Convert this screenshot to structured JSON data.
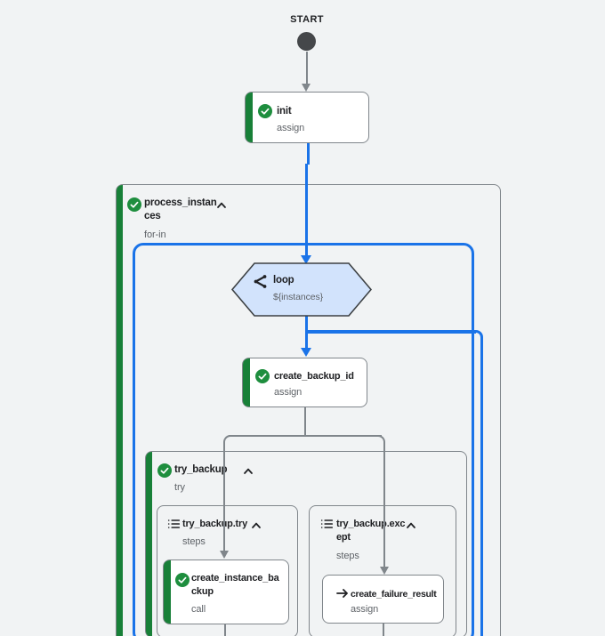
{
  "start": {
    "label": "START"
  },
  "nodes": {
    "init": {
      "title": "init",
      "subtitle": "assign"
    },
    "loop": {
      "title": "loop",
      "subtitle": "${instances}"
    },
    "create_backup_id": {
      "title": "create_backup_id",
      "subtitle": "assign"
    },
    "create_instance_backup": {
      "title": "create_instance_backup",
      "subtitle": "call"
    },
    "create_failure_result": {
      "title": "create_failure_result",
      "subtitle": "assign"
    }
  },
  "groups": {
    "process_instances": {
      "title": "process_instances",
      "subtitle": "for-in"
    },
    "try_backup": {
      "title": "try_backup",
      "subtitle": "try"
    },
    "try_backup_try": {
      "title": "try_backup.try",
      "subtitle": "steps"
    },
    "try_backup_except": {
      "title": "try_backup.except",
      "subtitle": "steps"
    }
  },
  "colors": {
    "background": "#f1f3f4",
    "accent_blue": "#1a73e8",
    "success_green": "#1e8e3e",
    "bar_green": "#188038",
    "border_gray": "#80868b",
    "title_text": "#202124",
    "subtitle_text": "#5f6368",
    "hexagon_fill": "#d2e3fc"
  }
}
